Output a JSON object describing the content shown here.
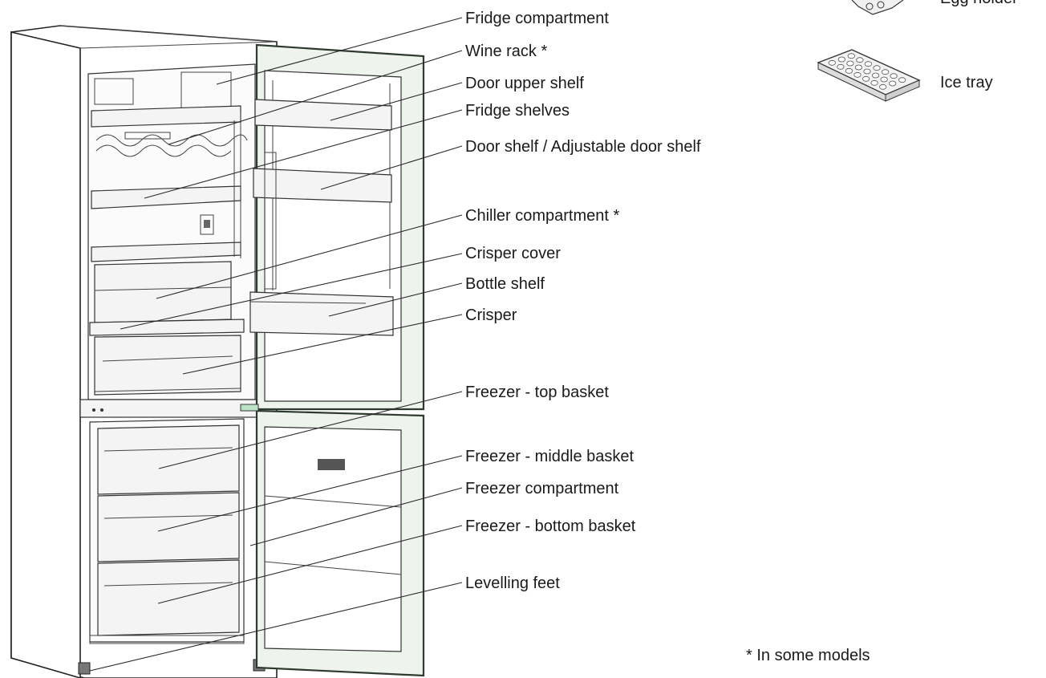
{
  "labels": [
    "Fridge compartment",
    "Wine rack *",
    "Door upper shelf",
    "Fridge shelves",
    "Door shelf / Adjustable door shelf",
    "Chiller compartment *",
    "Crisper cover",
    "Bottle shelf",
    "Crisper",
    "Freezer - top basket",
    "Freezer - middle basket",
    "Freezer compartment",
    "Freezer - bottom basket",
    "Levelling feet"
  ],
  "accessories": {
    "egg_holder_label": "Egg holder",
    "ice_tray_label": "Ice tray"
  },
  "footnote": "* In some models",
  "icons": [
    "refrigerator-diagram",
    "ice-tray-icon",
    "egg-holder-icon"
  ],
  "colors": {
    "line": "#333333",
    "door_seal": "#2f3a2f",
    "background": "#ffffff"
  }
}
